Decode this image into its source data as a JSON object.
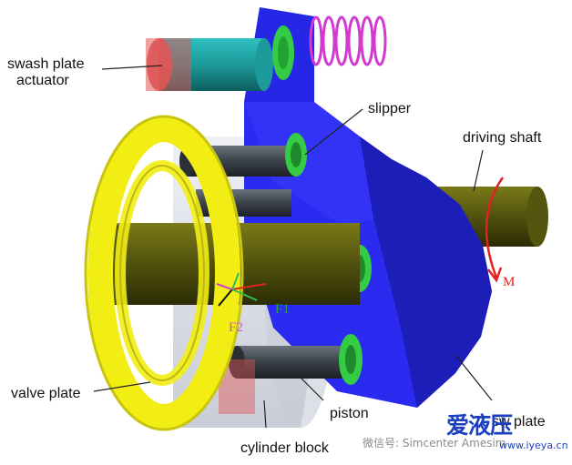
{
  "labels": {
    "swash_plate_actuator_1": "swash plate",
    "swash_plate_actuator_2": "actuator",
    "slipper": "slipper",
    "driving_shaft": "driving shaft",
    "valve_plate": "valve plate",
    "piston": "piston",
    "cylinder_block": "cylinder block",
    "swash_plate_partial": "sw  plate"
  },
  "vectors": {
    "f1": "F1",
    "f2": "F2",
    "m": "M"
  },
  "watermark": {
    "wechat": "微信号: Simcenter Amesim",
    "brand": "爱液压",
    "url": "www.iyeya.cn"
  },
  "colors": {
    "swash_plate": "#2626e6",
    "valve_plate": "#f2ee14",
    "shaft": "#4a4a0c",
    "piston": "#3a4148",
    "slipper": "#33cc44",
    "spring": "#d23ad2",
    "actuator": "#1d9a9a",
    "actuator_cap": "#e05555",
    "moment_arrow": "#e22222",
    "brand": "#1b3fbf"
  }
}
